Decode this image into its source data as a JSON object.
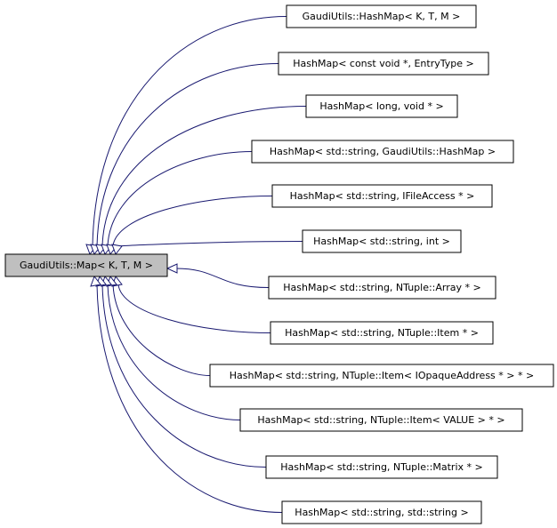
{
  "diagram": {
    "base": {
      "label": "GaudiUtils::Map< K, T, M >"
    },
    "derived": [
      {
        "label": "GaudiUtils::HashMap< K, T, M >"
      },
      {
        "label": "HashMap< const void *, EntryType >"
      },
      {
        "label": "HashMap< long, void * >"
      },
      {
        "label": "HashMap< std::string, GaudiUtils::HashMap >"
      },
      {
        "label": "HashMap< std::string, IFileAccess * >"
      },
      {
        "label": "HashMap< std::string, int >"
      },
      {
        "label": "HashMap< std::string, NTuple::Array * >"
      },
      {
        "label": "HashMap< std::string, NTuple::Item * >"
      },
      {
        "label": "HashMap< std::string, NTuple::Item< IOpaqueAddress * > * >"
      },
      {
        "label": "HashMap< std::string, NTuple::Item< VALUE > * >"
      },
      {
        "label": "HashMap< std::string, NTuple::Matrix * >"
      },
      {
        "label": "HashMap< std::string, std::string >"
      }
    ],
    "colors": {
      "edge": "#191970",
      "base_fill": "#bfbfbf",
      "node_fill": "#ffffff",
      "border": "#000000"
    }
  }
}
